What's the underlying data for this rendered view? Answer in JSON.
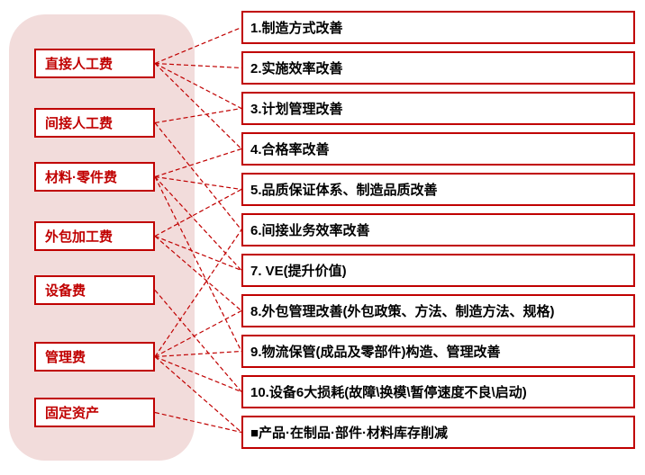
{
  "colors": {
    "accent": "#C00000",
    "panel_background": "#F2DCDB",
    "box_background": "#FFFFFF",
    "right_text": "#000000",
    "connector": "#C00000"
  },
  "left_items": [
    {
      "label": "直接人工费"
    },
    {
      "label": "间接人工费"
    },
    {
      "label": "材料·零件费"
    },
    {
      "label": "外包加工费"
    },
    {
      "label": "设备费"
    },
    {
      "label": "管理费"
    },
    {
      "label": "固定资产"
    }
  ],
  "right_items": [
    {
      "label": "1.制造方式改善"
    },
    {
      "label": "2.实施效率改善"
    },
    {
      "label": "3.计划管理改善"
    },
    {
      "label": "4.合格率改善"
    },
    {
      "label": "5.品质保证体系、制造品质改善"
    },
    {
      "label": "6.间接业务效率改善"
    },
    {
      "label": "7. VE(提升价值)"
    },
    {
      "label": "8.外包管理改善(外包政策、方法、制造方法、规格)"
    },
    {
      "label": "9.物流保管(成品及零部件)构造、管理改善"
    },
    {
      "label": "10.设备6大损耗(故障\\换模\\暂停速度不良\\启动)"
    },
    {
      "label": "■产品·在制品·部件·材料库存削减"
    }
  ],
  "connections": [
    {
      "from": 0,
      "to": 0
    },
    {
      "from": 0,
      "to": 1
    },
    {
      "from": 0,
      "to": 2
    },
    {
      "from": 0,
      "to": 3
    },
    {
      "from": 1,
      "to": 2
    },
    {
      "from": 1,
      "to": 5
    },
    {
      "from": 2,
      "to": 3
    },
    {
      "from": 2,
      "to": 4
    },
    {
      "from": 2,
      "to": 6
    },
    {
      "from": 2,
      "to": 8
    },
    {
      "from": 3,
      "to": 4
    },
    {
      "from": 3,
      "to": 6
    },
    {
      "from": 3,
      "to": 7
    },
    {
      "from": 4,
      "to": 9
    },
    {
      "from": 5,
      "to": 5
    },
    {
      "from": 5,
      "to": 7
    },
    {
      "from": 5,
      "to": 8
    },
    {
      "from": 5,
      "to": 9
    },
    {
      "from": 5,
      "to": 10
    },
    {
      "from": 6,
      "to": 10
    }
  ]
}
